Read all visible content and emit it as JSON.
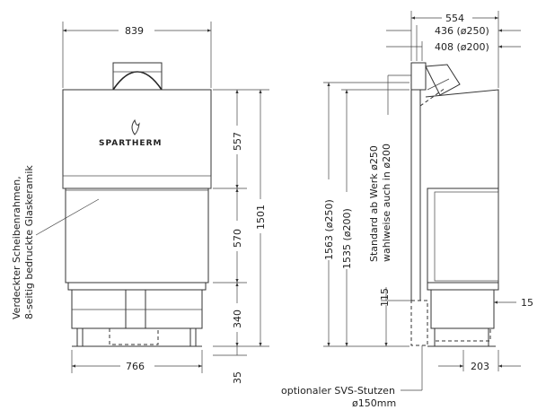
{
  "front": {
    "width_top": "839",
    "height_top": "557",
    "height_glass": "570",
    "height_bottom": "340",
    "height_total": "1501",
    "width_bottom": "766",
    "height_feet": "35",
    "brand": "SPARTHERM",
    "note_line1": "Verdeckter Scheibenrahmen,",
    "note_line2": "8-seitig bedruckte Glaskeramik"
  },
  "side": {
    "width_total": "554",
    "width_250": "436 (ø250)",
    "width_200": "408 (ø200)",
    "height_250": "1563 (ø250)",
    "height_200": "1535 (ø200)",
    "note_line1": "Standard ab Werk ø250",
    "note_line2": "wahlweise auch in ø200",
    "height_115": "115",
    "depth_15": "15",
    "width_203": "203",
    "svs_line1": "optionaler SVS-Stutzen",
    "svs_line2": "ø150mm"
  }
}
